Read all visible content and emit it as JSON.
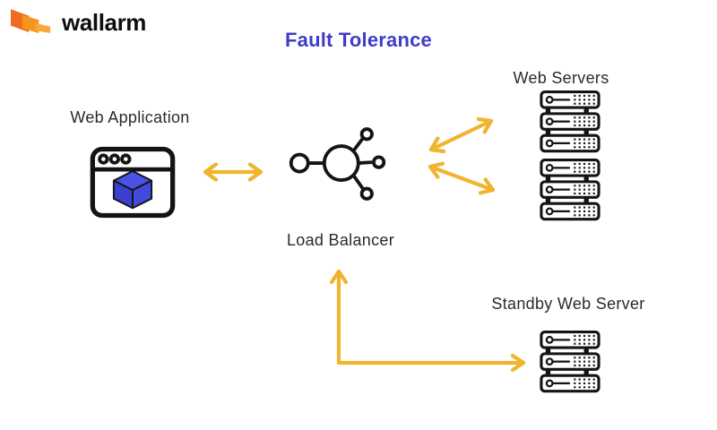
{
  "brand": {
    "name": "wallarm"
  },
  "title": {
    "text": "Fault Tolerance"
  },
  "diagram": {
    "nodes": {
      "web_application": {
        "label": "Web Application",
        "icon": "browser-window-cube-icon"
      },
      "load_balancer": {
        "label": "Load Balancer",
        "icon": "load-balancer-hub-icon"
      },
      "web_servers": {
        "label": "Web Servers",
        "icon": "server-rack-icon",
        "rack_count": 2
      },
      "standby_web_server": {
        "label": "Standby Web Server",
        "icon": "server-rack-icon",
        "rack_count": 1
      }
    },
    "connections": [
      {
        "from": "web_application",
        "to": "load_balancer",
        "type": "bidirectional-horizontal"
      },
      {
        "from": "load_balancer",
        "to": "web_servers_rack_1",
        "type": "bidirectional-diagonal"
      },
      {
        "from": "load_balancer",
        "to": "web_servers_rack_2",
        "type": "bidirectional-diagonal"
      },
      {
        "from": "standby_web_server",
        "to": "load_balancer",
        "type": "double-headed-elbow"
      }
    ]
  },
  "colors": {
    "arrow": "#f0b42f",
    "title": "#3f3cc8",
    "icon_stroke": "#141414",
    "cube_top": "#4b53e6",
    "cube_left": "#3940ce",
    "cube_right": "#424adb",
    "logo_orange_1": "#f26a21",
    "logo_orange_2": "#f7941e",
    "logo_orange_3": "#f9a93c"
  }
}
